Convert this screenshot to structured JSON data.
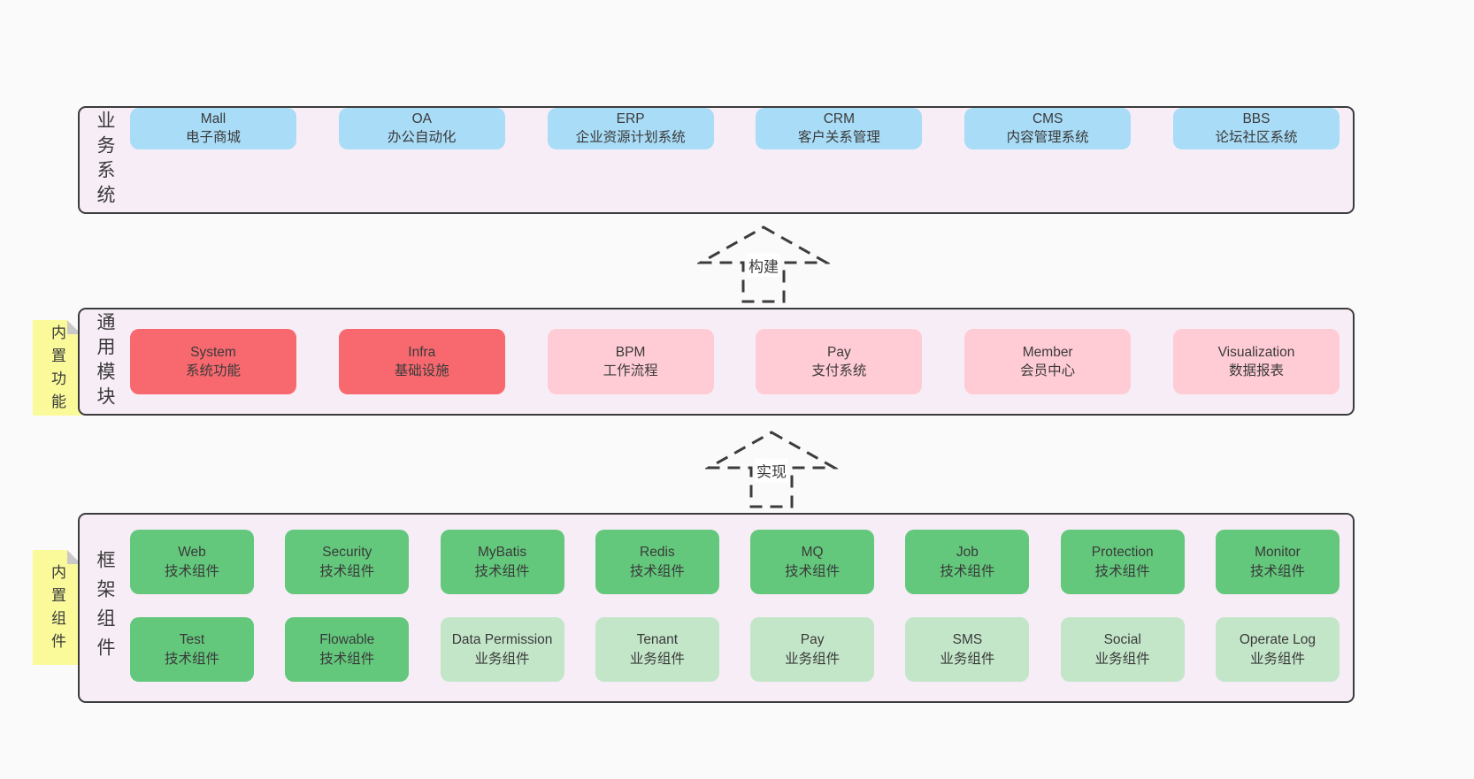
{
  "colors": {
    "page-bg": "#fafafa",
    "layer-bg": "#f7edf6",
    "line": "#3c3c3c",
    "text": "#3a3a3a",
    "blue": "#a9dcf7",
    "red": "#f7696f",
    "pink": "#ffccd5",
    "green": "#63c87c",
    "lightgreen": "#c3e6c9",
    "yellow": "#fafa9b",
    "fold": "#c9c9c9",
    "arrow-label-bg": "#ffffff"
  },
  "arrows": [
    {
      "label": "构建"
    },
    {
      "label": "实现"
    }
  ],
  "layers": [
    {
      "label": "业务系统",
      "boxes": [
        {
          "title": "Mall",
          "subtitle": "电子商城",
          "variant": "blue"
        },
        {
          "title": "OA",
          "subtitle": "办公自动化",
          "variant": "blue"
        },
        {
          "title": "ERP",
          "subtitle": "企业资源计划系统",
          "variant": "blue"
        },
        {
          "title": "CRM",
          "subtitle": "客户关系管理",
          "variant": "blue"
        },
        {
          "title": "CMS",
          "subtitle": "内容管理系统",
          "variant": "blue"
        },
        {
          "title": "BBS",
          "subtitle": "论坛社区系统",
          "variant": "blue"
        }
      ]
    },
    {
      "label": "通用模块",
      "note": "内置功能",
      "boxes": [
        {
          "title": "System",
          "subtitle": "系统功能",
          "variant": "red"
        },
        {
          "title": "Infra",
          "subtitle": "基础设施",
          "variant": "red"
        },
        {
          "title": "BPM",
          "subtitle": "工作流程",
          "variant": "pink"
        },
        {
          "title": "Pay",
          "subtitle": "支付系统",
          "variant": "pink"
        },
        {
          "title": "Member",
          "subtitle": "会员中心",
          "variant": "pink"
        },
        {
          "title": "Visualization",
          "subtitle": "数据报表",
          "variant": "pink"
        }
      ]
    },
    {
      "label": "框架组件",
      "note": "内置组件",
      "rows": [
        [
          {
            "title": "Web",
            "subtitle": "技术组件",
            "variant": "green"
          },
          {
            "title": "Security",
            "subtitle": "技术组件",
            "variant": "green"
          },
          {
            "title": "MyBatis",
            "subtitle": "技术组件",
            "variant": "green"
          },
          {
            "title": "Redis",
            "subtitle": "技术组件",
            "variant": "green"
          },
          {
            "title": "MQ",
            "subtitle": "技术组件",
            "variant": "green"
          },
          {
            "title": "Job",
            "subtitle": "技术组件",
            "variant": "green"
          },
          {
            "title": "Protection",
            "subtitle": "技术组件",
            "variant": "green"
          },
          {
            "title": "Monitor",
            "subtitle": "技术组件",
            "variant": "green"
          }
        ],
        [
          {
            "title": "Test",
            "subtitle": "技术组件",
            "variant": "green"
          },
          {
            "title": "Flowable",
            "subtitle": "技术组件",
            "variant": "green"
          },
          {
            "title": "Data Permission",
            "subtitle": "业务组件",
            "variant": "lightgreen"
          },
          {
            "title": "Tenant",
            "subtitle": "业务组件",
            "variant": "lightgreen"
          },
          {
            "title": "Pay",
            "subtitle": "业务组件",
            "variant": "lightgreen"
          },
          {
            "title": "SMS",
            "subtitle": "业务组件",
            "variant": "lightgreen"
          },
          {
            "title": "Social",
            "subtitle": "业务组件",
            "variant": "lightgreen"
          },
          {
            "title": "Operate Log",
            "subtitle": "业务组件",
            "variant": "lightgreen"
          }
        ]
      ]
    }
  ]
}
